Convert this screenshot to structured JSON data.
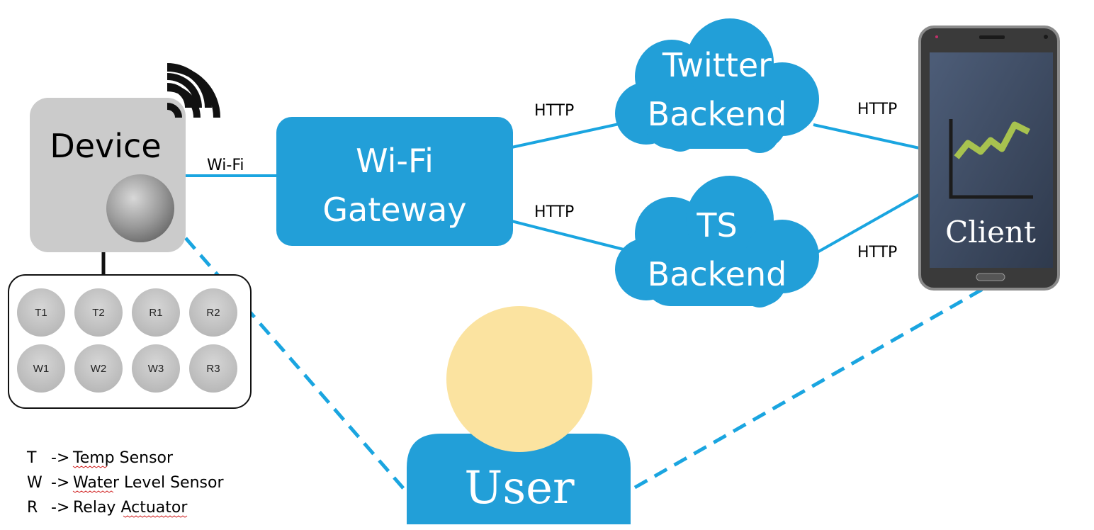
{
  "device": {
    "label": "Device"
  },
  "gateway": {
    "line1": "Wi-Fi",
    "line2": "Gateway"
  },
  "twitter_backend": {
    "line1": "Twitter",
    "line2": "Backend"
  },
  "ts_backend": {
    "line1": "TS",
    "line2": "Backend"
  },
  "client": {
    "label": "Client"
  },
  "user": {
    "label": "User"
  },
  "links": {
    "device_gateway": "Wi-Fi",
    "gateway_twitter": "HTTP",
    "gateway_ts": "HTTP",
    "twitter_client": "HTTP",
    "ts_client": "HTTP"
  },
  "sensors": {
    "row1": [
      "T1",
      "T2",
      "R1",
      "R2"
    ],
    "row2": [
      "W1",
      "W2",
      "W3",
      "R3"
    ]
  },
  "legend": [
    {
      "key": "T",
      "arrow": "->",
      "text": "Temp Sensor"
    },
    {
      "key": "W",
      "arrow": "->",
      "text": "Water Level Sensor"
    },
    {
      "key": "R",
      "arrow": "->",
      "text": "Relay Actuator"
    }
  ],
  "colors": {
    "accent": "#229fd8",
    "link": "#1aa5e0",
    "device_body": "#cbcbcb",
    "user_head": "#fbe3a0",
    "phone_screen": "#3d4b61",
    "chart_line": "#a7c24f"
  }
}
